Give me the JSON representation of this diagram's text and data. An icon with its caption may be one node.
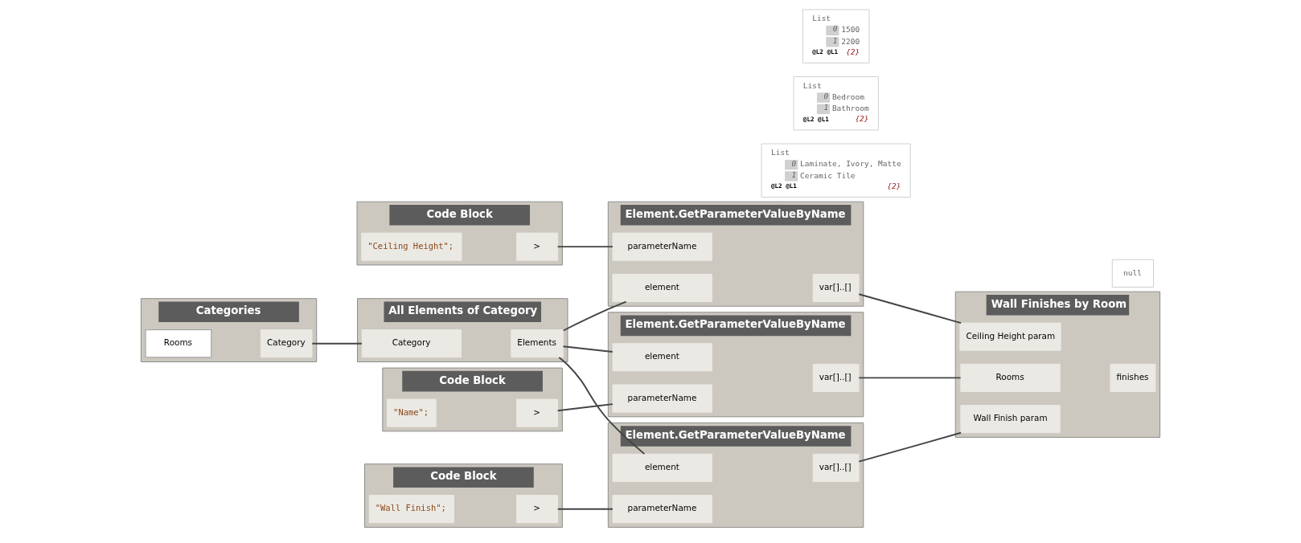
{
  "diagram": {
    "nodes": [
      {
        "text": [
          "Element.GetParameterValueByName"
        ]
      },
      {
        "text": [
          "element"
        ],
        "in": 0
      },
      {
        "text": [
          "parameterName"
        ],
        "in": 0
      },
      {
        "text": [
          "var[]..[]"
        ],
        "in": 0
      },
      {
        "text": [
          "Code Block"
        ]
      },
      {
        "text": [
          "\"Ceiling Height\";"
        ],
        "in": 4
      },
      {
        "text": [
          ">"
        ],
        "in": 4
      },
      {
        "text": [
          "List",
          "0",
          "1500",
          "1",
          "2200",
          "@L2 @L1",
          "{2}"
        ]
      },
      {
        "text": [
          "Categories"
        ]
      },
      {
        "text": [
          "Rooms"
        ],
        "in": 8
      },
      {
        "text": [
          "Category"
        ],
        "in": 8
      },
      {
        "text": [
          "All Elements of Category"
        ]
      },
      {
        "text": [
          "Category"
        ],
        "in": 11
      },
      {
        "text": [
          "Elements"
        ],
        "in": 11
      },
      {
        "text": [
          "Element.GetParameterValueByName"
        ]
      },
      {
        "text": [
          "element"
        ],
        "in": 14
      },
      {
        "text": [
          "parameterName"
        ],
        "in": 14
      },
      {
        "text": [
          "var[]..[]"
        ],
        "in": 14
      },
      {
        "text": [
          "Code Block"
        ]
      },
      {
        "text": [
          "\"Name\";"
        ],
        "in": 18
      },
      {
        "text": [
          ">"
        ],
        "in": 18
      },
      {
        "text": [
          "List",
          "0",
          "Bedroom",
          "1",
          "Bathroom",
          "@L2 @L1",
          "{2}"
        ]
      },
      {
        "text": [
          "Code Block"
        ]
      },
      {
        "text": [
          "\"Wall Finish\";"
        ],
        "in": 22
      },
      {
        "text": [
          ">"
        ],
        "in": 22
      },
      {
        "text": [
          "Element.GetParameterValueByName"
        ]
      },
      {
        "text": [
          "element"
        ],
        "in": 25
      },
      {
        "text": [
          "parameterName"
        ],
        "in": 25
      },
      {
        "text": [
          "var[]..[]"
        ],
        "in": 25
      },
      {
        "text": [
          "List",
          "0",
          "Laminate, Ivory, Matte",
          "1",
          "Ceramic Tile",
          "@L2 @L1",
          "{2}"
        ]
      },
      {
        "text": [
          "Wall Finishes by Room"
        ]
      },
      {
        "text": [
          "Rooms"
        ],
        "in": 30
      },
      {
        "text": [
          "Wall Finish param"
        ],
        "in": 30
      },
      {
        "text": [
          "Ceiling Height param"
        ],
        "in": 30
      },
      {
        "text": [
          "finishes"
        ],
        "in": 30
      },
      {
        "text": [
          "null"
        ]
      }
    ],
    "edges": [
      {
        "from": 6,
        "to": 2,
        "arrow": "none"
      },
      {
        "from": 13,
        "to": 1,
        "arrow": "none"
      },
      {
        "from": 13,
        "to": 15,
        "arrow": "none"
      },
      {
        "from": 13,
        "to": 26,
        "arrow": "none"
      },
      {
        "from": 10,
        "to": 12,
        "arrow": "none"
      },
      {
        "from": 20,
        "to": 16,
        "arrow": "none"
      },
      {
        "from": 24,
        "to": 27,
        "arrow": "none"
      },
      {
        "from": 3,
        "to": 33,
        "arrow": "none"
      },
      {
        "from": 17,
        "to": 31,
        "arrow": "none"
      },
      {
        "from": 28,
        "to": 32,
        "arrow": "none"
      }
    ]
  }
}
